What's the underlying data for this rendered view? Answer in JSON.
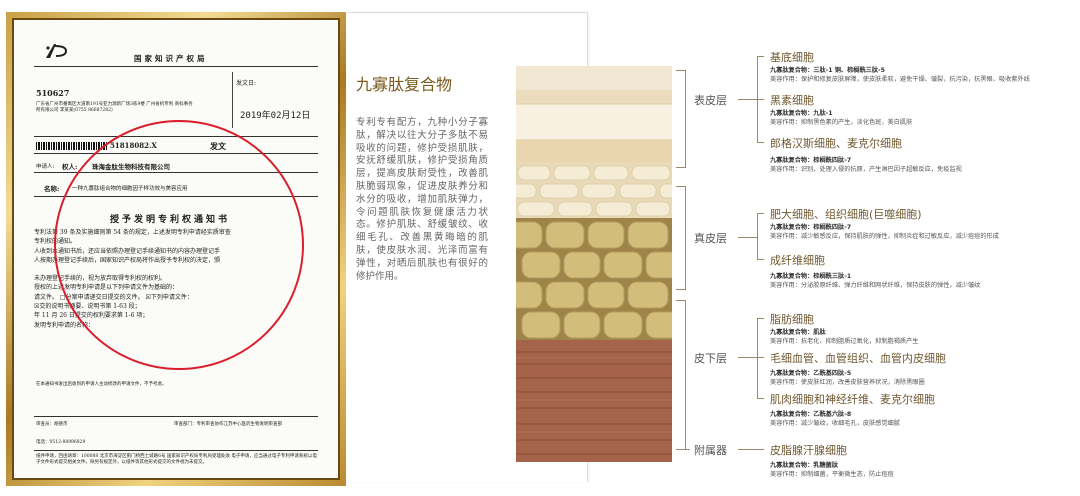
{
  "certificate": {
    "org": "国家知识产权局",
    "send_to": "发文日:",
    "code": "510627",
    "address": "广东省广州市番禺区大道南191号亚力源新厂场3栋9楼 广州省机专利 商标事务所有限公司 李某某(0755 86687282)",
    "date": "2019年02月12日",
    "app_no": "51818082.X",
    "issue_label": "发文",
    "applicant_label": "申请人:",
    "applicant_rights": "权人:",
    "applicant_name": "珠海金肽生物科技有限公司",
    "invention_label": "名称:",
    "invention_name": "一种九寡肽组合物的细胞因子样功效与美容应用",
    "notice_title": "授予发明专利权通知书",
    "body_lines": [
      "专利法第 39 条及实施细则第 54 条的规定，上述发明专利申请经实质审查",
      "专利权的通知。",
      "人收到本通知书后，还应当依照办理登记手续通知书的内容办理登记手",
      "人按期办理登记手续后，国家知识产权局将作出授予专利权的决定，颁",
      "",
      "未办理登记手续的，视为放弃取得专利权的权利。",
      "授权的上述发明专利申请是以下列申请文件为基础的：",
      "请文件。  □分案申请递交日提交的文件。  ☒下列申请文件：",
      "☒交的说明书摘要、说明书第 1-63 段；",
      "年 11 月 26 日提交的权利要求第 1-6 项；",
      "发明专利申请的名称："
    ],
    "footer_text": "在本通知书发出后收到的申请人主动修改的申请文件，不予考虑。",
    "examiner_label": "审查员：胡德杰",
    "dept_label": "审查部门：专利审查协作江苏中心医药生物发明审查部",
    "bottom_note": "纸件申请，回函请寄：100088 北京市海淀区蓟门桥西土城路6号 国家知识产权局专利局受理处收 电子申请，应当通过电子专利申请系统以电子文件形式提交相关文件。除另有规定外，以纸件等其他形式提交的文件视为未提交。",
    "phone": "电话：0512-88996829"
  },
  "product": {
    "title": "九寡肽复合物",
    "description": "专利专有配方，九种小分子寡肽，解决以往大分子多肽不易吸收的问题，修护受损肌肤，安抚舒缓肌肤，修护受损角质层，提高皮肤耐受性，改善肌肤脆弱现象，促进皮肤养分和水分的吸收，增加肌肤弹力，令问题肌肤恢复健康活力状态。修护肌肤、舒缓皱纹、收细毛孔、改善黑黄晦暗的肌肤，使皮肤水润、光泽而富有弹性，对晒后肌肤也有很好的修护作用。"
  },
  "layers": [
    {
      "name": "表皮层",
      "cells": [
        {
          "name": "基底细胞",
          "comp": "九寡肽复合物：三肽-1 铜、棕榈酰三肽-5",
          "use": "美容作用：保护和修复皮肤屏障，使皮肤柔软，避免干燥、皱裂，抗污染，抗黑眼、吸收紫外线"
        },
        {
          "name": "黑素细胞",
          "comp": "九寡肽复合物：九肽-1",
          "use": "美容作用：抑制黑色素的产生，淡化色斑，美白肌肤"
        },
        {
          "name": "郎格汉斯细胞、麦克尔细胞",
          "comp": "九寡肽复合物：棕榈酰四肽-7",
          "use": "美容作用：识别、处理入侵的抗原，产生淋巴因子超敏反应，免疫监视"
        }
      ]
    },
    {
      "name": "真皮层",
      "cells": [
        {
          "name": "肥大细胞、组织细胞(巨噬细胞)",
          "comp": "九寡肽复合物：棕榈酰四肽-7",
          "use": "美容作用：减少敏感反应，保持肌肤的弹性，抑制炎症和过敏反应，减少痘痘的形成"
        },
        {
          "name": "成纤维细胞",
          "comp": "九寡肽复合物：棕榈酰三肽-1",
          "use": "美容作用：分泌胶原纤维、弹力纤维和网状纤维，保持皮肤的弹性，减少皱纹"
        }
      ]
    },
    {
      "name": "皮下层",
      "cells": [
        {
          "name": "脂肪细胞",
          "comp": "九寡肽复合物：肌肽",
          "use": "美容作用：抗老化、抑制脂质过氧化，抑制脂褐质产生"
        },
        {
          "name": "毛细血管、血管组织、血管内皮细胞",
          "comp": "九寡肽复合物：乙酰基四肽-5",
          "use": "美容作用：使皮肤红润，改善皮肤营养状况，消除黑眼圈"
        },
        {
          "name": "肌肉细胞和神经纤维、麦克尔细胞",
          "comp": "九寡肽复合物：乙酰基六肽-8",
          "use": "美容作用：减少皱纹，收细毛孔，皮肤感觉细腻"
        }
      ]
    },
    {
      "name": "附属器",
      "cells": [
        {
          "name": "皮脂腺汗腺细胞",
          "comp": "九寡肽复合物：乳糖菌肽",
          "use": "美容作用：抑制细菌，平衡微生态，防止痘痘"
        }
      ]
    }
  ],
  "colors": {
    "cert_ring": "#d91f2c",
    "title_gold": "#7a5a1f",
    "cell_name": "#6f5830"
  }
}
